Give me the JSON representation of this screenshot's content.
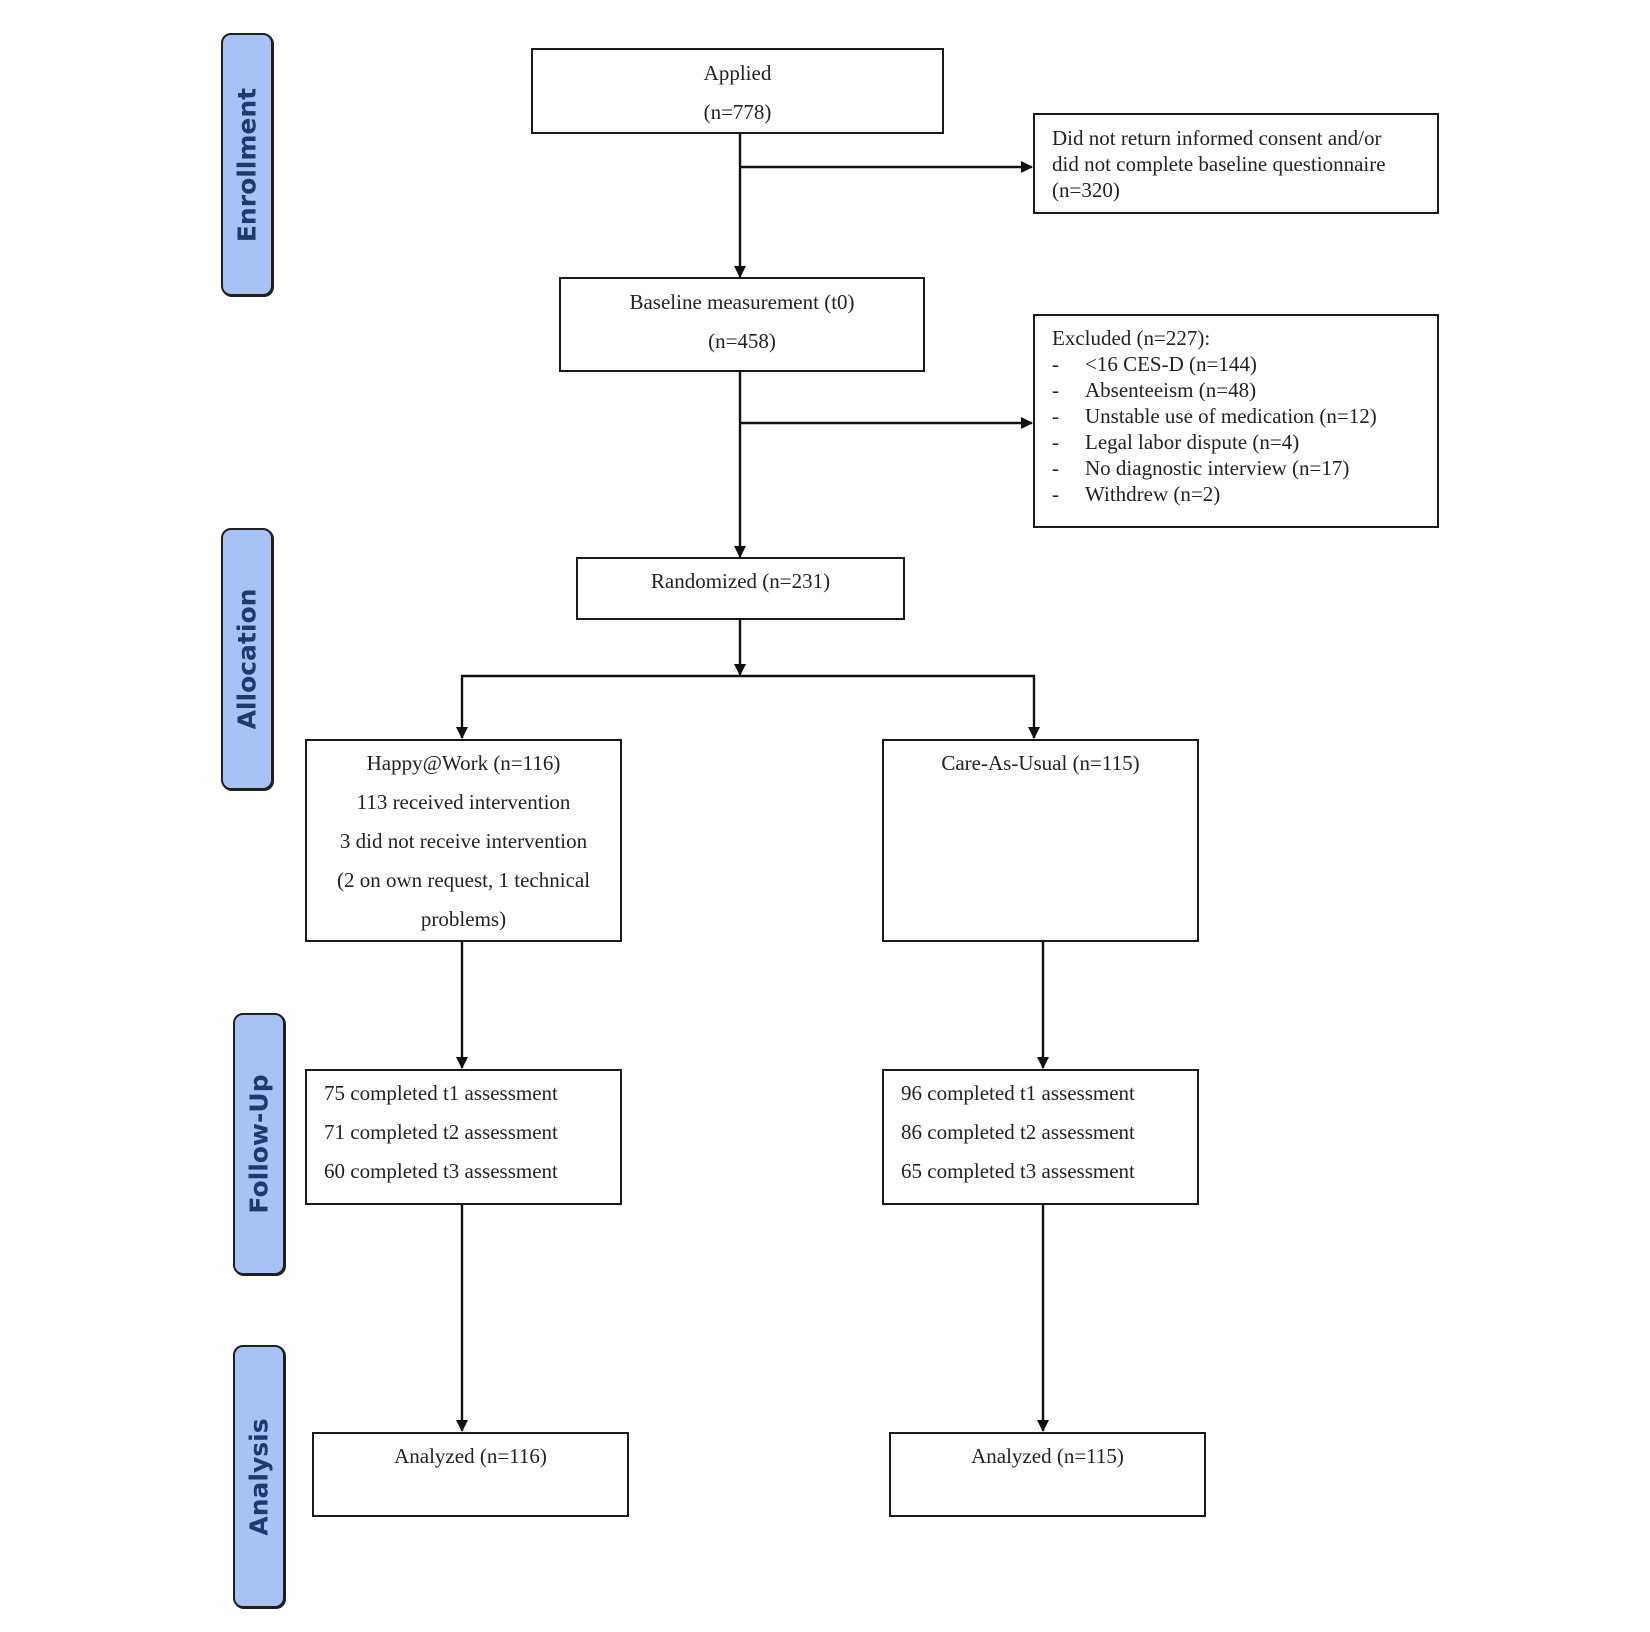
{
  "stages": {
    "enrollment": "Enrollment",
    "allocation": "Allocation",
    "follow_up": "Follow-Up",
    "analysis": "Analysis"
  },
  "applied": {
    "title": "Applied",
    "count": "(n=778)"
  },
  "not_returned": {
    "line1": "Did not return informed consent and/or",
    "line2": "did not complete baseline questionnaire",
    "line3": "(n=320)"
  },
  "baseline": {
    "title": "Baseline measurement (t0)",
    "count": "(n=458)"
  },
  "excluded": {
    "title": "Excluded (n=227):",
    "items": [
      "<16 CES-D (n=144)",
      "Absenteeism (n=48)",
      "Unstable use of medication (n=12)",
      "Legal labor dispute (n=4)",
      "No diagnostic interview (n=17)",
      "Withdrew (n=2)"
    ]
  },
  "randomized": {
    "title": "Randomized (n=231)"
  },
  "intervention": {
    "title": "Happy@Work (n=116)",
    "line2": "113 received intervention",
    "line3": "3 did not receive intervention",
    "line4": "(2 on own request, 1 technical",
    "line5": "problems)"
  },
  "control": {
    "title": "Care-As-Usual (n=115)"
  },
  "followup_intervention": [
    "75 completed t1 assessment",
    "71 completed t2 assessment",
    "60 completed t3 assessment"
  ],
  "followup_control": [
    "96 completed t1 assessment",
    "86 completed t2 assessment",
    "65 completed t3 assessment"
  ],
  "analysis_intervention": {
    "title": "Analyzed (n=116)"
  },
  "analysis_control": {
    "title": "Analyzed (n=115)"
  }
}
